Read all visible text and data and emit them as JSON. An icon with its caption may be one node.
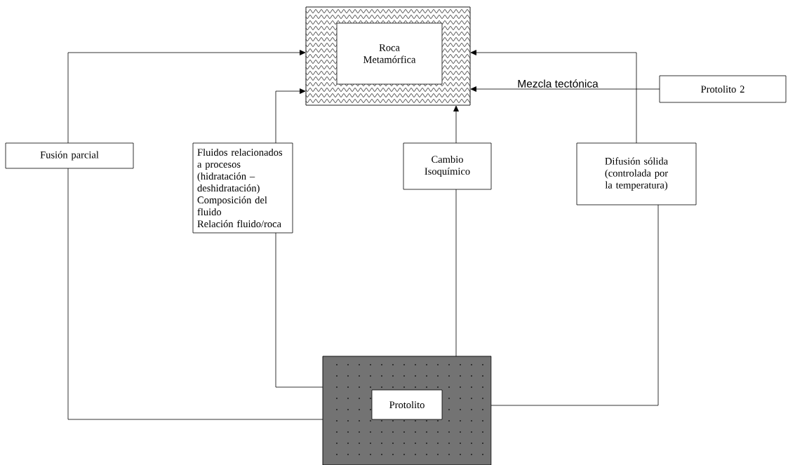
{
  "diagram": {
    "nodes": [
      {
        "text": [],
        "shape": "box"
      },
      {
        "text": [
          "Roca Metamórfica"
        ],
        "in": 0
      },
      {
        "text": [
          "Protolito 2"
        ]
      },
      {
        "text": [
          "Fusión parcial"
        ]
      },
      {
        "text": [
          "Fluidos relacionados a procesos (hidratación – deshidratación)",
          "Composición del fluido",
          "Relación fluido/roca"
        ]
      },
      {
        "text": [
          "Cambio Isoquímico"
        ]
      },
      {
        "text": [
          "Difusión sólida (controlada por la temperatura)"
        ]
      },
      {
        "text": [],
        "shape": "box"
      },
      {
        "text": [
          "Protolito"
        ],
        "in": 7
      }
    ],
    "edges": [
      {
        "from": 2,
        "to": 0,
        "arrow": "to",
        "label": "Mezcla tectónica"
      },
      {
        "from": 7,
        "to": 3,
        "arrow": "none"
      },
      {
        "from": 3,
        "to": 0,
        "arrow": "to"
      },
      {
        "from": 7,
        "to": 4,
        "arrow": "none"
      },
      {
        "from": 4,
        "to": 0,
        "arrow": "to"
      },
      {
        "from": 7,
        "to": 5,
        "arrow": "none"
      },
      {
        "from": 5,
        "to": 0,
        "arrow": "to"
      },
      {
        "from": 7,
        "to": 6,
        "arrow": "none"
      },
      {
        "from": 6,
        "to": 0,
        "arrow": "to"
      }
    ]
  }
}
